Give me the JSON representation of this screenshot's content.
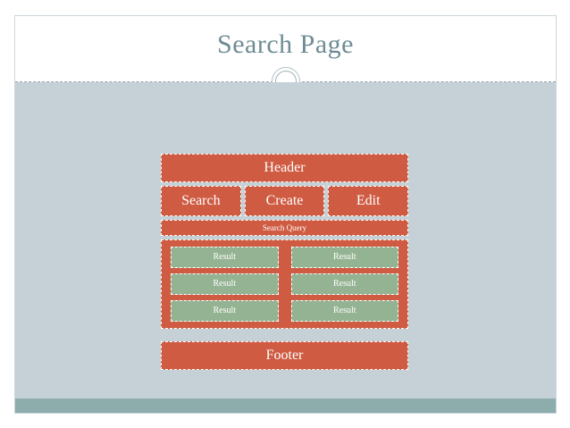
{
  "slide": {
    "title": "Search Page",
    "colors": {
      "title_text": "#6E8C94",
      "background": "#C6D1D7",
      "accent_orange": "#CF5B42",
      "accent_green": "#94B392",
      "bottom_bar": "#8CADAC",
      "box_border": "#FFFFFF",
      "divider": "#9AA7AD"
    }
  },
  "wireframe": {
    "header_label": "Header",
    "nav_buttons": [
      {
        "label": "Search"
      },
      {
        "label": "Create"
      },
      {
        "label": "Edit"
      }
    ],
    "query_bar_label": "Search Query",
    "results": [
      {
        "label": "Result"
      },
      {
        "label": "Result"
      },
      {
        "label": "Result"
      },
      {
        "label": "Result"
      },
      {
        "label": "Result"
      },
      {
        "label": "Result"
      }
    ],
    "footer_label": "Footer"
  }
}
